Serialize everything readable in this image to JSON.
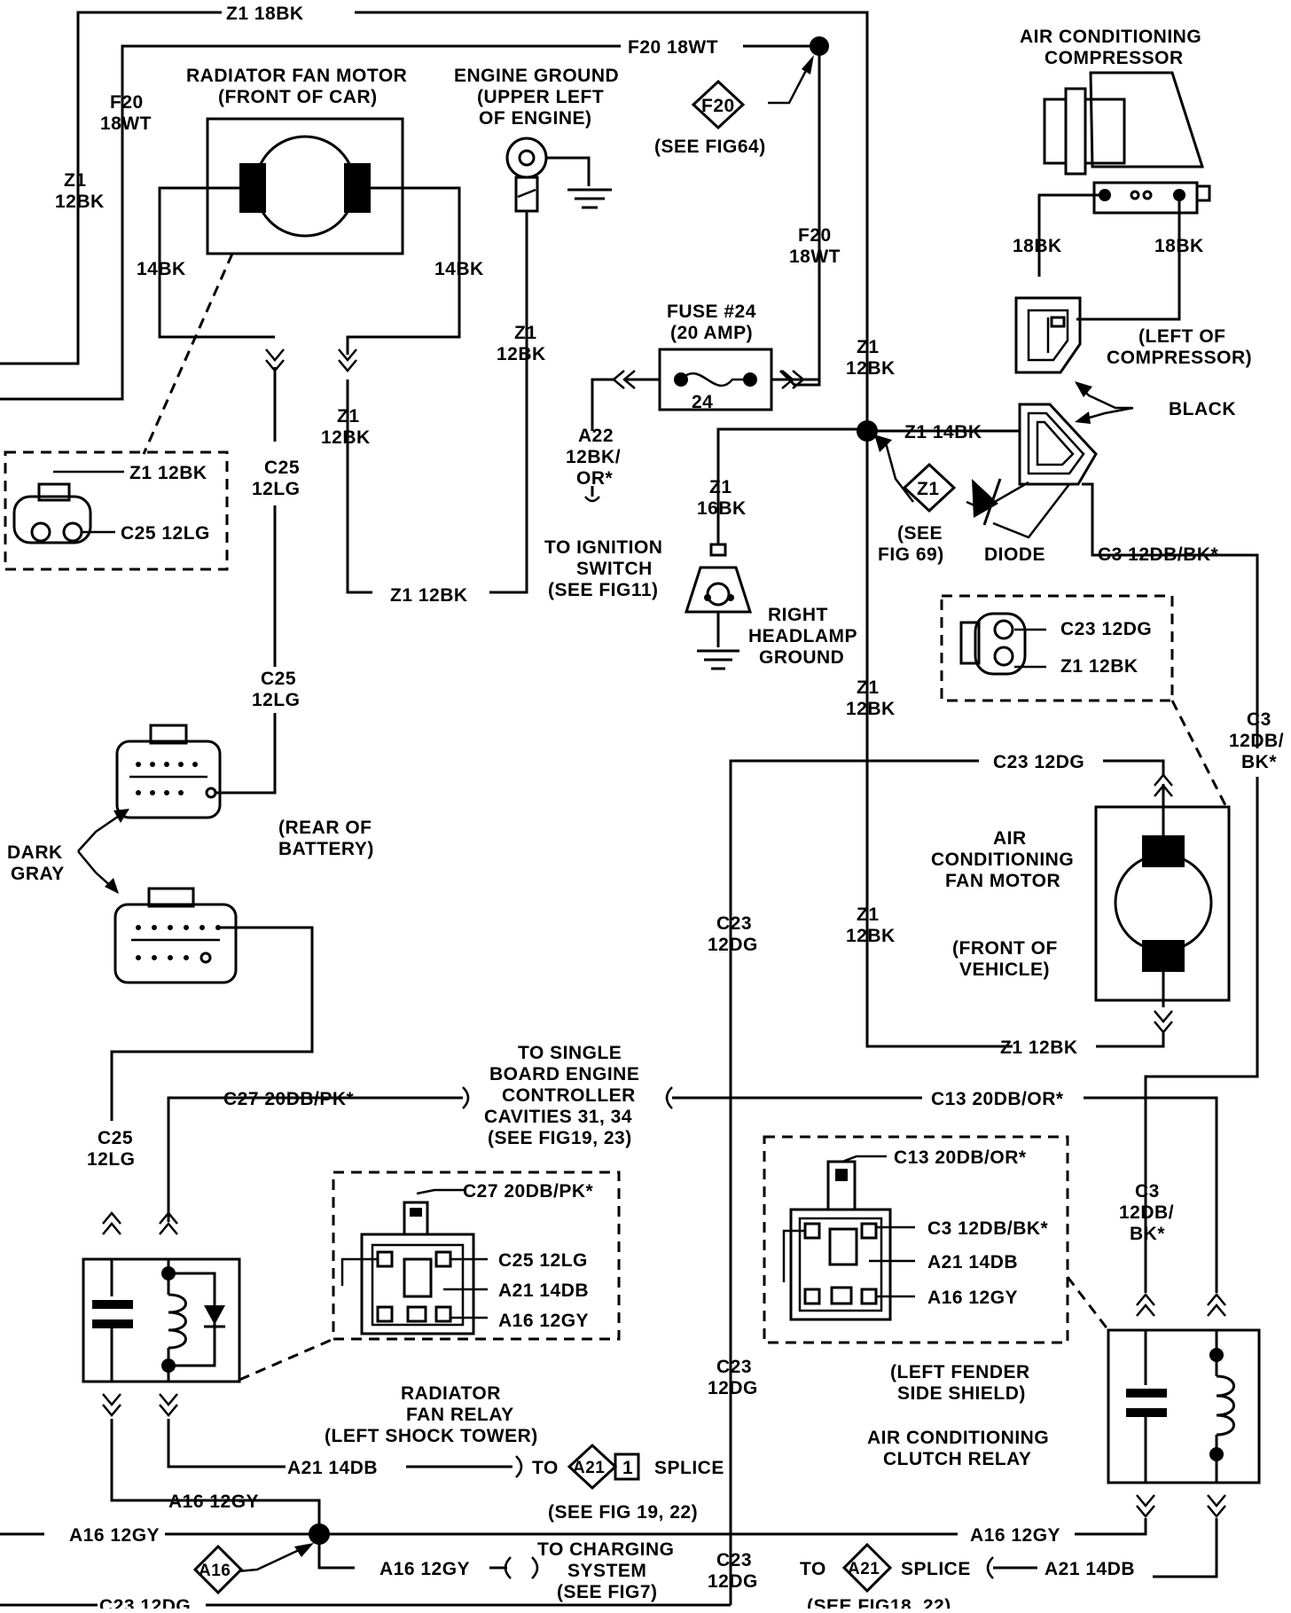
{
  "top": {
    "z1_18bk": "Z1 18BK",
    "f20_18wt_top": "F20 18WT",
    "f20_left_1": "F20",
    "f20_left_2": "18WT",
    "z1_left_1": "Z1",
    "z1_left_2": "12BK"
  },
  "radiator_fan_motor": {
    "title_1": "RADIATOR FAN MOTOR",
    "title_2": "(FRONT OF CAR)",
    "left_wire": "14BK",
    "right_wire": "14BK"
  },
  "engine_ground": {
    "line_1": "ENGINE GROUND",
    "line_2": "(UPPER LEFT",
    "line_3": "OF ENGINE)",
    "wire_1": "Z1",
    "wire_2": "12BK"
  },
  "f20_ref": {
    "tag": "F20",
    "note": "(SEE FIG64)",
    "wire_1": "F20",
    "wire_2": "18WT"
  },
  "fuse": {
    "line_1": "FUSE #24",
    "line_2": "(20 AMP)",
    "number": "24"
  },
  "ignition": {
    "wire_1": "A22",
    "wire_2": "12BK/",
    "wire_3": "OR*",
    "line_1": "TO IGNITION",
    "line_2": "SWITCH",
    "line_3": "(SEE FIG11)"
  },
  "headlamp": {
    "wire_1": "Z1",
    "wire_2": "16BK",
    "line_1": "RIGHT",
    "line_2": "HEADLAMP",
    "line_3": "GROUND"
  },
  "main_bus": {
    "z1_a": "Z1",
    "z1_a2": "12BK",
    "z1_14bk": "Z1 14BK",
    "z1_b": "Z1",
    "z1_b2": "12BK",
    "z1_c": "Z1",
    "z1_c2": "12BK",
    "z1_ref_tag": "Z1",
    "z1_ref_1": "(SEE",
    "z1_ref_2": "FIG 69)"
  },
  "compressor": {
    "title_1": "AIR CONDITIONING",
    "title_2": "COMPRESSOR",
    "wire_l": "18BK",
    "wire_r": "18BK",
    "conn_1": "(LEFT OF",
    "conn_2": "COMPRESSOR)",
    "black": "BLACK",
    "diode": "DIODE",
    "c3": "C3 12DB/BK*"
  },
  "left_conn": {
    "z1": "Z1 12BK",
    "c25": "C25 12LG"
  },
  "c25_wire": {
    "a1": "C25",
    "a2": "12LG",
    "b1": "C25",
    "b2": "12LG",
    "c1": "C25",
    "c2": "12LG"
  },
  "z1_fan_wire": {
    "a1": "Z1",
    "a2": "12BK",
    "bottom": "Z1 12BK",
    "eg1": "Z1",
    "eg2": "12BK"
  },
  "battery": {
    "line_1": "(REAR OF",
    "line_2": "BATTERY)",
    "dark_1": "DARK",
    "dark_2": "GRAY"
  },
  "ac_conn": {
    "c23": "C23 12DG",
    "z1": "Z1 12BK"
  },
  "ac_fan": {
    "c23_top": "C23 12DG",
    "t1": "AIR",
    "t2": "CONDITIONING",
    "t3": "FAN MOTOR",
    "f1": "(FRONT OF",
    "f2": "VEHICLE)",
    "z1_bottom": "Z1 12BK"
  },
  "c3_right": {
    "a1": "C3",
    "a2": "12DB/",
    "a3": "BK*",
    "b1": "C3",
    "b2": "12DB/",
    "b3": "BK*"
  },
  "c23_vertical": {
    "a1": "C23",
    "a2": "12DG",
    "b1": "C23",
    "b2": "12DG",
    "c1": "C23",
    "c2": "12DG"
  },
  "controller": {
    "c27": "C27 20DB/PK*",
    "c13": "C13 20DB/OR*",
    "l1": "TO SINGLE",
    "l2": "BOARD ENGINE",
    "l3": "CONTROLLER",
    "l4": "CAVITIES 31, 34",
    "l5": "(SEE FIG19, 23)"
  },
  "rad_relay_conn": {
    "c27": "C27 20DB/PK*",
    "c25": "C25 12LG",
    "a21": "A21 14DB",
    "a16": "A16 12GY"
  },
  "rad_relay": {
    "l1": "RADIATOR",
    "l2": "FAN RELAY",
    "l3": "(LEFT SHOCK TOWER)"
  },
  "ac_relay_conn": {
    "c13": "C13 20DB/OR*",
    "c3": "C3 12DB/BK*",
    "a21": "A21 14DB",
    "a16": "A16 12GY",
    "l1": "(LEFT FENDER",
    "l2": "SIDE SHIELD)"
  },
  "ac_relay": {
    "l1": "AIR CONDITIONING",
    "l2": "CLUTCH RELAY"
  },
  "bottom": {
    "a21_14db": "A21 14DB",
    "to": "TO",
    "a21_tag": "A21",
    "a21_num": "1",
    "splice": "SPLICE",
    "see_19_22": "(SEE FIG 19, 22)",
    "a16_12gy_1": "A16 12GY",
    "a16_12gy_left": "A16 12GY",
    "a16_12gy_right": "A16 12GY",
    "a16_tag": "A16",
    "a16_12gy_mid": "A16 12GY",
    "charging_1": "TO CHARGING",
    "charging_2": "SYSTEM",
    "charging_3": "(SEE FIG7)",
    "c23_12dg": "C23 12DG",
    "to2": "TO",
    "a21_tag2": "A21",
    "splice2": "SPLICE",
    "see_18_22": "(SEE FIG18, 22)",
    "a21_14db_r": "A21 14DB"
  }
}
